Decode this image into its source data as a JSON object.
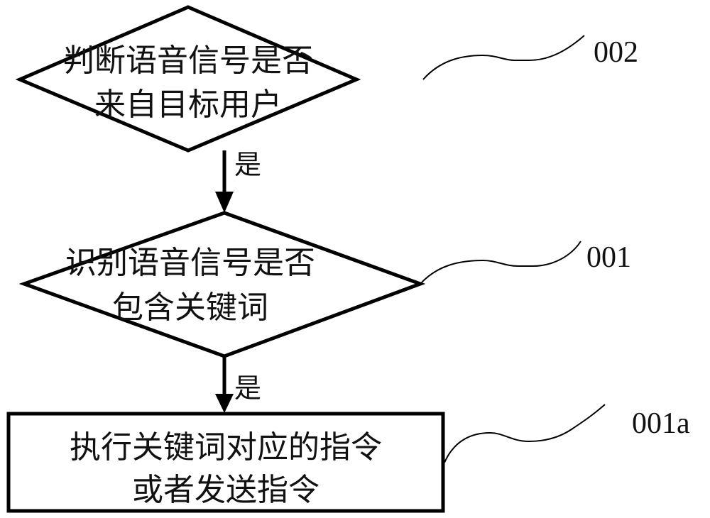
{
  "diagram": {
    "type": "flowchart",
    "nodes": [
      {
        "id": "002",
        "shape": "diamond",
        "lines": [
          "判断语音信号是否",
          "来自目标用户"
        ],
        "ref_label": "002"
      },
      {
        "id": "001",
        "shape": "diamond",
        "lines": [
          "识别语音信号是否",
          "包含关键词"
        ],
        "ref_label": "001"
      },
      {
        "id": "001a",
        "shape": "rectangle",
        "lines": [
          "执行关键词对应的指令",
          "或者发送指令"
        ],
        "ref_label": "001a"
      }
    ],
    "edges": [
      {
        "from": "002",
        "to": "001",
        "label": "是"
      },
      {
        "from": "001",
        "to": "001a",
        "label": "是"
      }
    ],
    "colors": {
      "stroke": "#000000",
      "text": "#111111",
      "background": "#ffffff"
    }
  }
}
